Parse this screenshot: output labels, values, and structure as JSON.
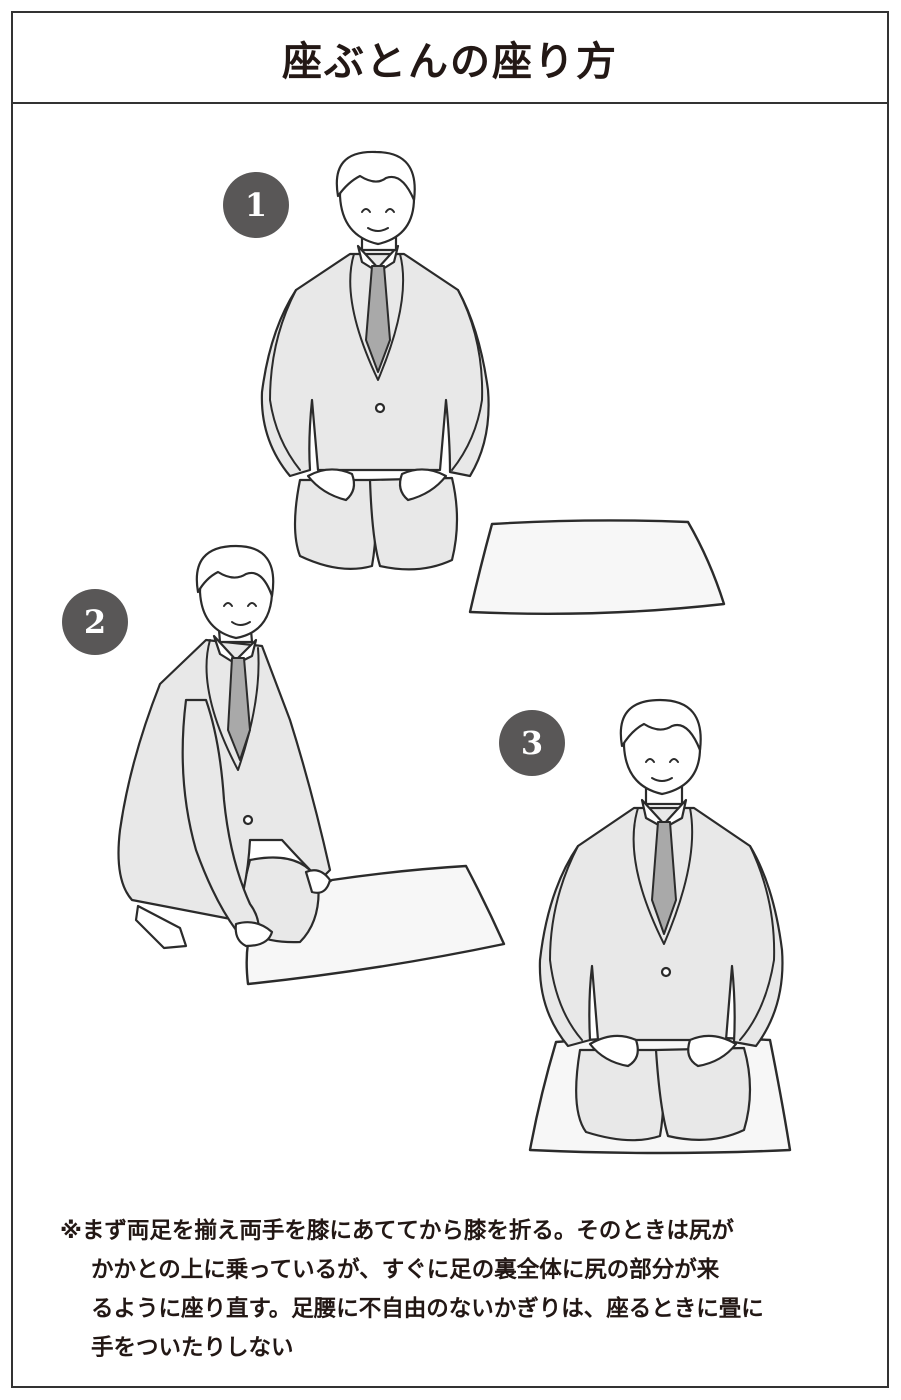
{
  "title": "座ぶとんの座り方",
  "steps": [
    {
      "number": "1"
    },
    {
      "number": "2"
    },
    {
      "number": "3"
    }
  ],
  "note": {
    "lines": [
      "※まず両足を揃え両手を膝にあててから膝を折る。そのときは尻が",
      "かかとの上に乗っているが、すぐに足の裏全体に尻の部分が来",
      "るように座り直す。足腰に不自由のないかぎりは、座るときに畳に",
      "手をついたりしない"
    ]
  },
  "colors": {
    "badge": "#595757",
    "suit": "#e8e8e8",
    "tie": "#a9a9a9",
    "line": "#2b2b2b"
  }
}
